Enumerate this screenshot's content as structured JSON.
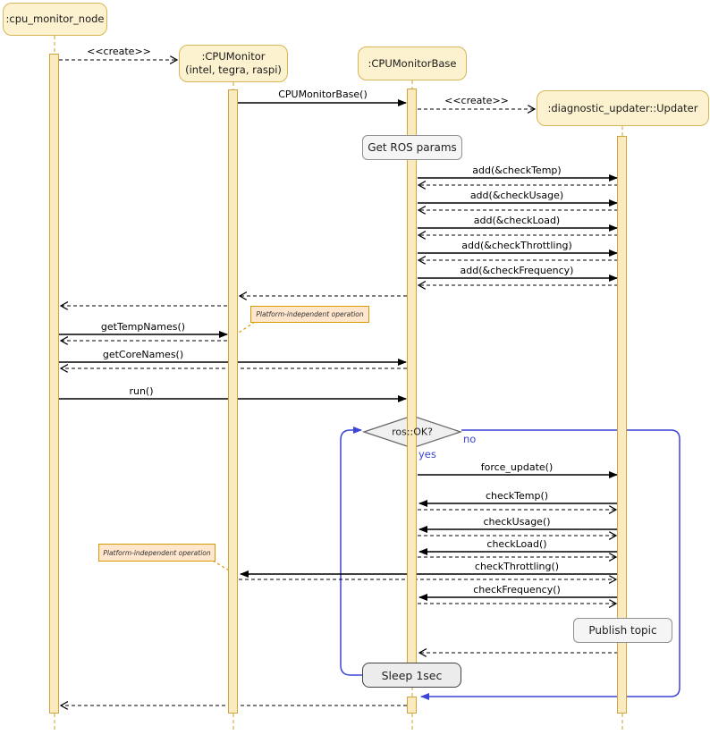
{
  "diagram_type": "uml-sequence-diagram",
  "lifelines": [
    {
      "id": "cpu-monitor-node",
      "label": ":cpu_monitor_node"
    },
    {
      "id": "cpu-monitor",
      "label": ":CPUMonitor",
      "label2": "(intel, tegra, raspi)"
    },
    {
      "id": "cpu-monitor-base",
      "label": ":CPUMonitorBase"
    },
    {
      "id": "diagnostic-updater",
      "label": ":diagnostic_updater::Updater"
    }
  ],
  "messages": {
    "create1": "<<create>>",
    "ctor": "CPUMonitorBase()",
    "create2": "<<create>>",
    "add_temp": "add(&checkTemp)",
    "add_usage": "add(&checkUsage)",
    "add_load": "add(&checkLoad)",
    "add_throttling": "add(&checkThrottling)",
    "add_frequency": "add(&checkFrequency)",
    "get_temp_names": "getTempNames()",
    "get_core_names": "getCoreNames()",
    "run": "run()",
    "force_update": "force_update()",
    "check_temp": "checkTemp()",
    "check_usage": "checkUsage()",
    "check_load": "checkLoad()",
    "check_throttling": "checkThrottling()",
    "check_frequency": "checkFrequency()"
  },
  "notes": {
    "get_ros_params": "Get ROS params",
    "platform_independent": "Platform-independent operation",
    "publish_topic": "Publish topic",
    "sleep": "Sleep 1sec"
  },
  "decision": {
    "label": "ros::OK?",
    "yes_label": "yes",
    "no_label": "no"
  },
  "colors": {
    "life-fill": "#fdf2cf",
    "life-stroke": "#d6b656",
    "bar-fill": "#faeabf",
    "bar-stroke": "#cfa43c",
    "note-orange-fill": "#ffe6cc",
    "note-orange-stroke": "#d79b00",
    "note-gray-fill": "#f5f5f5",
    "accent-blue": "#3b45d6",
    "diamond-fill": "#f0f0f0"
  }
}
